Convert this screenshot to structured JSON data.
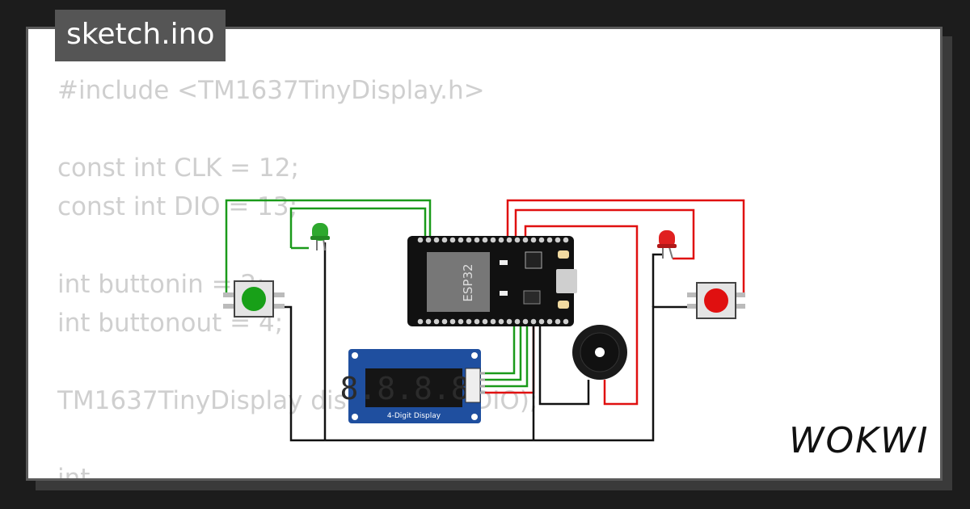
{
  "tab": {
    "filename": "sketch.ino"
  },
  "code_lines": [
    "#include <TM1637TinyDisplay.h>",
    "",
    "const int CLK = 12;",
    "const int DIO = 13;",
    "",
    "int buttonin = 2;",
    "int buttonout = 4;",
    "",
    "TM1637TinyDisplay display(CLK, DIO);",
    "",
    "int ..."
  ],
  "board": {
    "chip_label": "ESP32"
  },
  "display": {
    "label": "4-Digit Display",
    "digits": "8.8.8.8."
  },
  "brand": {
    "logo_text": "WOKWI"
  },
  "colors": {
    "wire_green": "#1a9a1a",
    "wire_red": "#e01010",
    "wire_black": "#111111",
    "led_green": "#2ea82e",
    "led_red": "#e02020",
    "display_blue": "#1f4f9f"
  }
}
